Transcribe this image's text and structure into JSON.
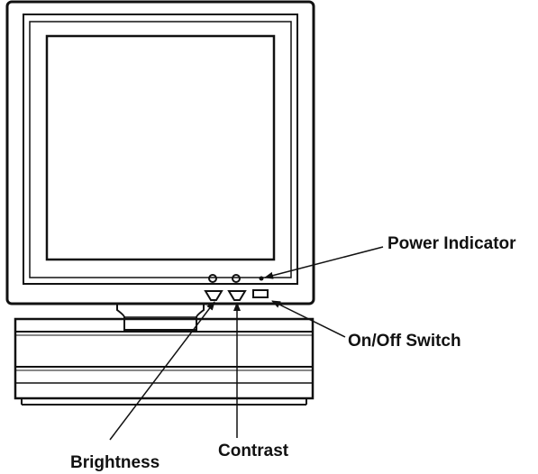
{
  "labels": {
    "power_indicator": "Power Indicator",
    "on_off_switch": "On/Off Switch",
    "brightness": "Brightness",
    "contrast": "Contrast"
  },
  "colors": {
    "line": "#111111",
    "background": "#ffffff"
  }
}
